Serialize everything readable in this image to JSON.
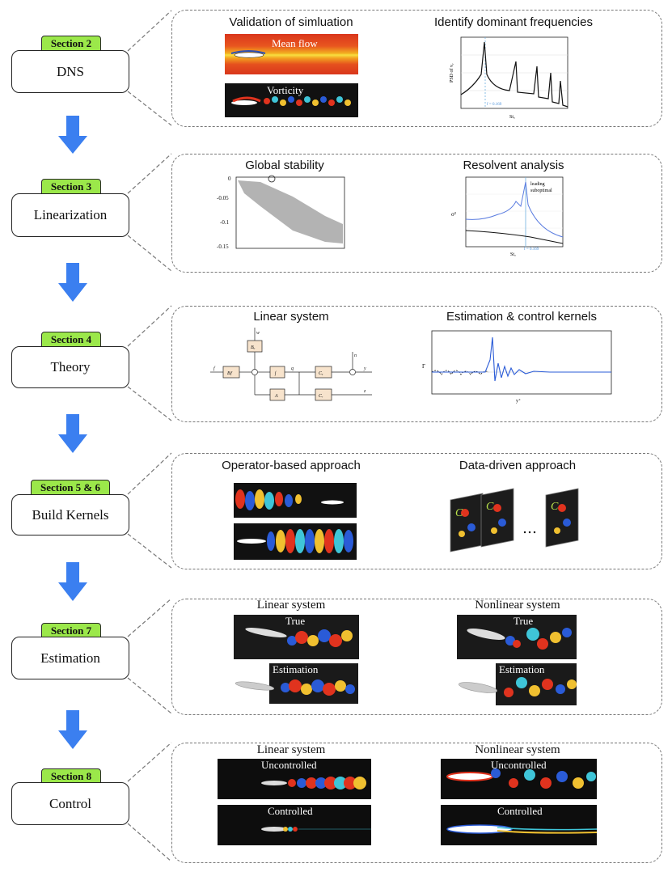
{
  "sections": [
    {
      "tag": "Section 2",
      "name": "DNS",
      "left_title": "Validation of simluation",
      "right_title": "Identify dominant frequencies",
      "mean_flow_label": "Mean flow",
      "vorticity_label": "Vorticity"
    },
    {
      "tag": "Section 3",
      "name": "Linearization",
      "left_title": "Global stability",
      "right_title": "Resolvent analysis"
    },
    {
      "tag": "Section 4",
      "name": "Theory",
      "left_title": "Linear system",
      "right_title": "Estimation & control kernels"
    },
    {
      "tag": "Section 5 & 6",
      "name": "Build Kernels",
      "left_title": "Operator-based approach",
      "right_title": "Data-driven approach"
    },
    {
      "tag": "Section 7",
      "name": "Estimation",
      "left_title": "Linear system",
      "right_title": "Nonlinear system",
      "true_label": "True",
      "estimation_label": "Estimation"
    },
    {
      "tag": "Section 8",
      "name": "Control",
      "left_title": "Linear system",
      "right_title": "Nonlinear system",
      "uncontrolled_label": "Uncontrolled",
      "controlled_label": "Controlled"
    }
  ],
  "stability_plot": {
    "yticks": [
      "0",
      "-0.05",
      "-0.1",
      "-0.15"
    ]
  },
  "psd_plot": {
    "ylabel": "PSD of vᵧ",
    "xlabel": "Stₐ",
    "marker": "f = 0.169"
  },
  "resolvent_plot": {
    "ylabel": "σ²",
    "xlabel": "Stₐ",
    "legend": [
      "leading",
      "suboptimal"
    ],
    "marker": "f = 0.169"
  },
  "block_diagram": {
    "blocks": [
      "Bₒ",
      "Bƒ",
      "∫",
      "Cᵧ",
      "A",
      "Cᵣ"
    ],
    "signals": [
      "w",
      "f",
      "q",
      "y",
      "z",
      "n"
    ]
  },
  "kernel_plot": {
    "ylabel": "Γ",
    "xlabel": "y⁺"
  },
  "colors": {
    "tag": "#9be84a",
    "arrow": "#3b7ff0",
    "red": "#e0331e",
    "blue": "#2a5bd7"
  }
}
